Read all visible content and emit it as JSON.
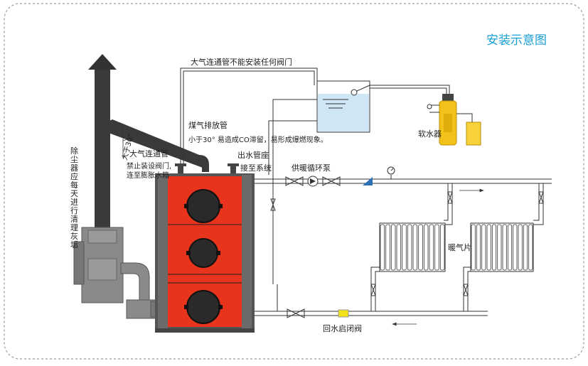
{
  "title": "安装示意图",
  "labels": {
    "dust_collector": "除尘器应每天进行清理灰垢",
    "angle": "大于30°",
    "vent_pipe": "大气连通管",
    "vent_note_1": "禁止装设阀门,",
    "vent_note_2": "连至膨胀水箱",
    "gas_pipe": "煤气排放管",
    "gas_note": "小于30° 易造成CO滞留，易形成爆燃现象。",
    "atm_pipe_top": "大气连通管不能安装任何阀门",
    "outlet_seat": "出水管座",
    "to_system": "接至系统",
    "pump": "供暖循环泵",
    "softener": "软水器",
    "radiator": "暖气片",
    "return_valve": "回水启闭阀"
  },
  "colors": {
    "title": "#1aa0d8",
    "boiler_body": "#e8341c",
    "chimney": "#3a3a3a",
    "dust": "#8a8a8a",
    "tank_water": "#cfe6f5",
    "softener": "#f2c21a",
    "valve_yellow": "#f2e21a"
  }
}
